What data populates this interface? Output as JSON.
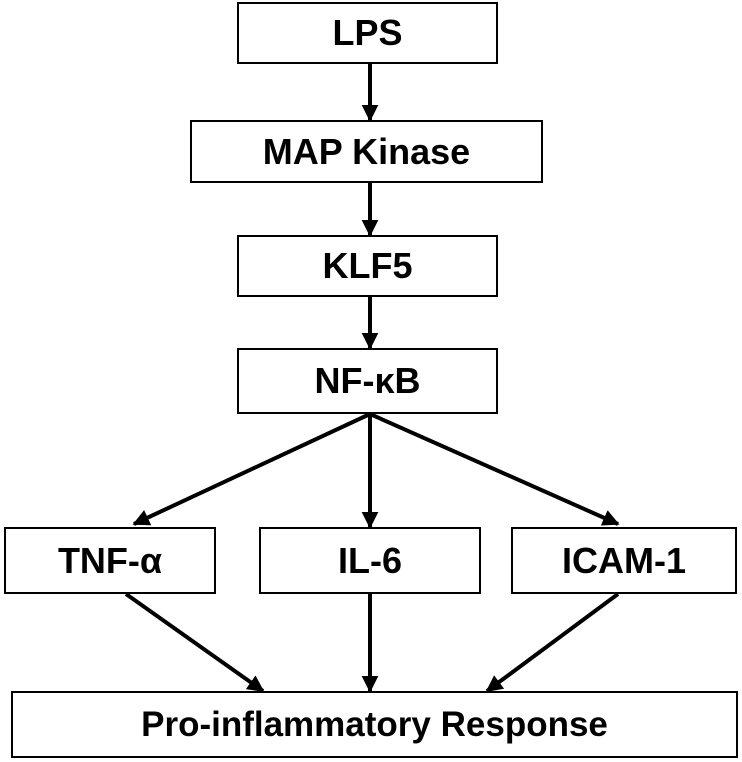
{
  "diagram": {
    "nodes": {
      "lps": "LPS",
      "map_kinase": "MAP Kinase",
      "klf5": "KLF5",
      "nfkb": "NF-κB",
      "tnf_alpha": "TNF-α",
      "il6": "IL-6",
      "icam1": "ICAM-1",
      "response": "Pro-inflammatory Response"
    },
    "edges": [
      [
        "lps",
        "map_kinase"
      ],
      [
        "map_kinase",
        "klf5"
      ],
      [
        "klf5",
        "nfkb"
      ],
      [
        "nfkb",
        "tnf_alpha"
      ],
      [
        "nfkb",
        "il6"
      ],
      [
        "nfkb",
        "icam1"
      ],
      [
        "tnf_alpha",
        "response"
      ],
      [
        "il6",
        "response"
      ],
      [
        "icam1",
        "response"
      ]
    ],
    "colors": {
      "stroke": "#000000",
      "fill": "#ffffff",
      "text": "#000000"
    }
  }
}
